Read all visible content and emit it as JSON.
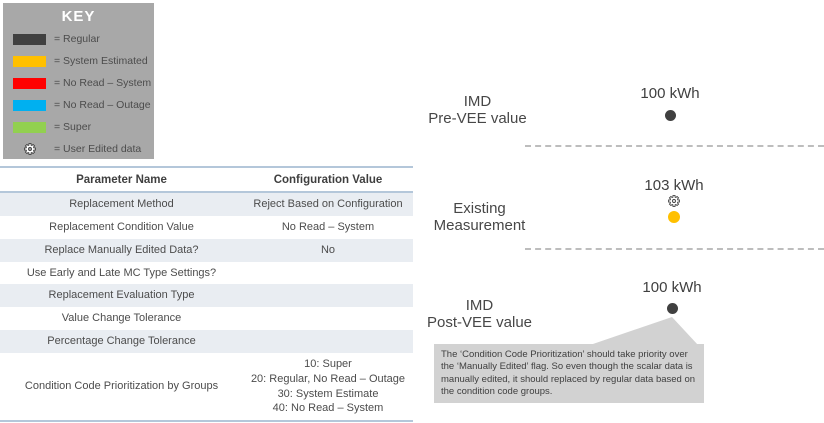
{
  "key": {
    "title": "KEY",
    "items": [
      {
        "type": "swatch",
        "color": "#404040",
        "label": "= Regular"
      },
      {
        "type": "swatch",
        "color": "#ffc000",
        "label": "= System Estimated"
      },
      {
        "type": "swatch",
        "color": "#ff0000",
        "label": "= No Read – System"
      },
      {
        "type": "swatch",
        "color": "#00b0f0",
        "label": "= No Read – Outage"
      },
      {
        "type": "swatch",
        "color": "#92d050",
        "label": "= Super"
      },
      {
        "type": "gear",
        "color": "#ffffff",
        "label": "= User Edited data"
      }
    ]
  },
  "table": {
    "headers": [
      "Parameter Name",
      "Configuration Value"
    ],
    "rows": [
      {
        "param": "Replacement Method",
        "value_lines": [
          "Reject Based on Configuration"
        ],
        "shaded": true
      },
      {
        "param": "Replacement Condition Value",
        "value_lines": [
          "No Read – System"
        ],
        "shaded": false
      },
      {
        "param": "Replace Manually Edited Data?",
        "value_lines": [
          "No"
        ],
        "shaded": true
      },
      {
        "param": "Use Early and Late MC Type Settings?",
        "value_lines": [],
        "shaded": false
      },
      {
        "param": "Replacement Evaluation Type",
        "value_lines": [],
        "shaded": true
      },
      {
        "param": "Value Change Tolerance",
        "value_lines": [],
        "shaded": false
      },
      {
        "param": "Percentage Change Tolerance",
        "value_lines": [],
        "shaded": true
      },
      {
        "param": "Condition Code Prioritization by Groups",
        "value_lines": [
          "10: Super",
          "20: Regular, No Read – Outage",
          "30: System Estimate",
          "40: No Read – System"
        ],
        "shaded": false
      }
    ]
  },
  "diagram": {
    "marker_colors": {
      "dark": "#404040",
      "yellow": "#ffc000"
    },
    "sections": [
      {
        "label_lines": [
          "IMD",
          "Pre-VEE value"
        ],
        "value": "100 kWh",
        "marker": "dark",
        "gear": false
      },
      {
        "label_lines": [
          "Existing",
          "Measurement"
        ],
        "value": "103 kWh",
        "marker": "yellow",
        "gear": true
      },
      {
        "label_lines": [
          "IMD",
          "Post-VEE value"
        ],
        "value": "100 kWh",
        "marker": "dark",
        "gear": false
      }
    ],
    "callout": {
      "text": "The ‘Condition Code Prioritization’ should take priority over the ‘Manually Edited’ flag.  So even though the scalar data is manually edited, it should replaced by regular data based on the condition code groups."
    }
  }
}
